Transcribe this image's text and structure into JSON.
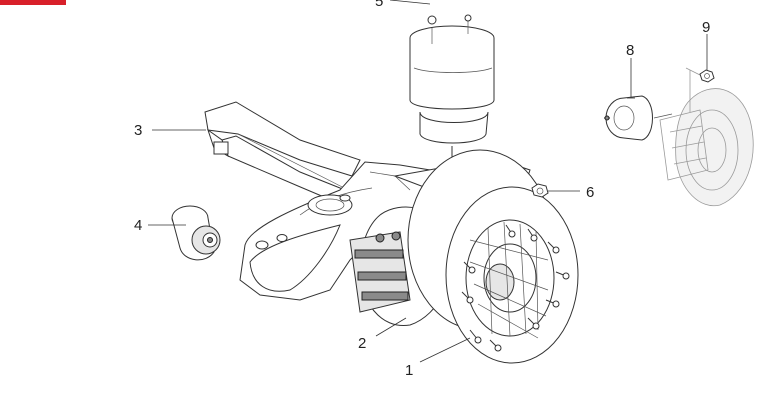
{
  "callouts": [
    {
      "id": "1",
      "label": "1"
    },
    {
      "id": "2",
      "label": "2"
    },
    {
      "id": "3",
      "label": "3"
    },
    {
      "id": "4",
      "label": "4"
    },
    {
      "id": "5",
      "label": "5"
    },
    {
      "id": "6",
      "label": "6"
    },
    {
      "id": "8",
      "label": "8"
    },
    {
      "id": "9",
      "label": "9"
    }
  ],
  "colors": {
    "accent_tab": "#d8202a",
    "line": "#333333",
    "background": "#ffffff"
  }
}
